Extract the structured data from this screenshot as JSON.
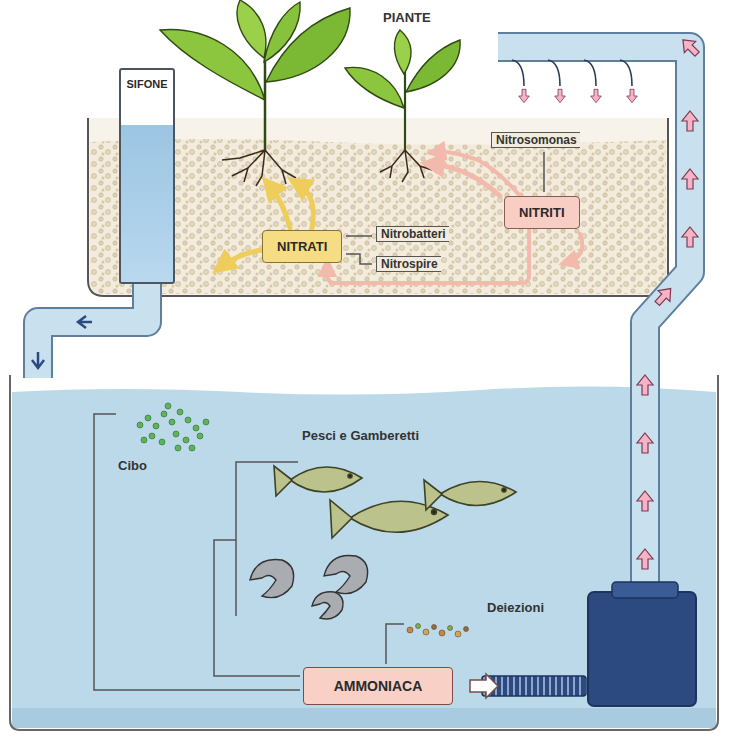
{
  "diagram": {
    "nodes": [
      {
        "text": [
          "SIFONE"
        ]
      },
      {
        "text": [
          "NITRITI"
        ]
      },
      {
        "text": [
          "NITRATI"
        ]
      },
      {
        "text": [
          "AMMONIACA"
        ]
      }
    ],
    "edges": [
      {
        "from": 1,
        "to": 2,
        "arrow": "to"
      }
    ],
    "labels": [
      "PIANTE",
      "Nitrosomonas",
      "Nitrobatteri",
      "Nitrospire",
      "Cibo",
      "Pesci e Gamberetti",
      "Deiezioni"
    ]
  }
}
